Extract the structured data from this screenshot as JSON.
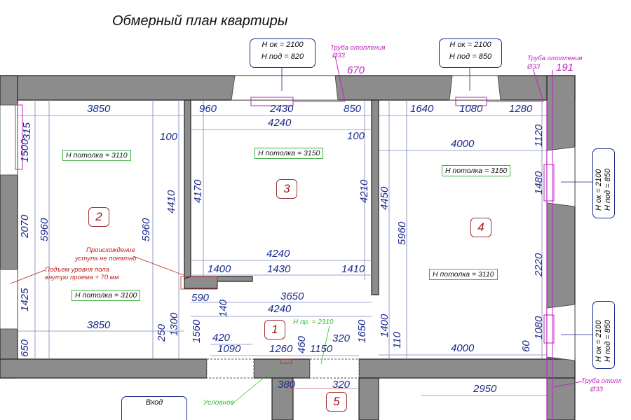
{
  "title": "Обмерный план квартиры",
  "dims": [
    "3850",
    "960",
    "2430",
    "850",
    "1640",
    "1080",
    "1280",
    "4240",
    "100",
    "100",
    "4000",
    "1120",
    "315",
    "1500",
    "4410",
    "4170",
    "4210",
    "4450",
    "5960",
    "5960",
    "5960",
    "2070",
    "1480",
    "2220",
    "1425",
    "650",
    "1300",
    "250",
    "1560",
    "140",
    "1650",
    "1400",
    "110",
    "60",
    "1080",
    "4240",
    "1400",
    "1430",
    "1410",
    "590",
    "3650",
    "4240",
    "3850",
    "4000",
    "420",
    "1090",
    "1260",
    "460",
    "1150",
    "320",
    "380",
    "320",
    "2950"
  ],
  "ceilings": [
    "H потолка = 3110",
    "H потолка = 3150",
    "H потолка = 3150",
    "H потолка = 3110",
    "H потолка = 3100"
  ],
  "rooms": [
    "1",
    "2",
    "3",
    "4",
    "5"
  ],
  "notes": {
    "step_origin": [
      "Происхождение",
      "уступа не понятно"
    ],
    "floor_rise": [
      "Подъем уровня пола",
      "внутри проема + 70 мм"
    ],
    "door_height": "H пр. = 2310",
    "green_cut": "Условное",
    "entrance": "Вход"
  },
  "windows": [
    {
      "h_ok": "H ок = 2100",
      "h_pod": "H под = 820"
    },
    {
      "h_ok": "H ок = 2100",
      "h_pod": "H под = 850"
    },
    {
      "h_ok": "H ок = 2100",
      "h_pod": "H под = 850"
    },
    {
      "h_ok": "H ок = 2100",
      "h_pod": "H под = 850"
    }
  ],
  "pipes": [
    {
      "label": "Труба отопления",
      "dia": "Ø33",
      "offset": "670"
    },
    {
      "label": "Труба отопления",
      "dia": "Ø33",
      "offset": "191"
    },
    {
      "label": "Труба отопл",
      "dia": "Ø33"
    }
  ],
  "colors": {
    "wall": "#8c8c8c",
    "dim": "#1a2a8c",
    "pipe": "#c020c0",
    "note": "#c02020",
    "green": "#3cb043"
  }
}
